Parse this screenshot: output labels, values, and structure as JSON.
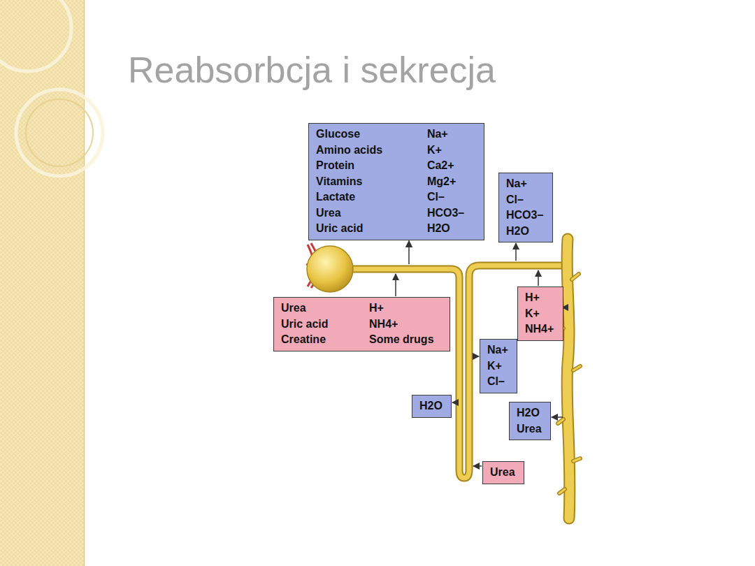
{
  "diagram": {
    "title": "Reabsorbcja i sekrecja",
    "nodes": [
      {
        "text": [
          "Glucose",
          "Amino acids",
          "Protein",
          "Vitamins",
          "Lactate",
          "Urea",
          "Uric acid",
          "Na+",
          "K+",
          "Ca2+",
          "Mg2+",
          "Cl–",
          "HCO3–",
          "H2O"
        ]
      },
      {
        "text": [
          "Na+",
          "Cl–",
          "HCO3–",
          "H2O"
        ]
      },
      {
        "text": [
          "Urea",
          "Uric acid",
          "Creatine",
          "H+",
          "NH4+",
          "Some drugs"
        ]
      },
      {
        "text": [
          "H+",
          "K+",
          "NH4+"
        ]
      },
      {
        "text": [
          "Na+",
          "K+",
          "Cl–"
        ]
      },
      {
        "text": [
          "H2O"
        ]
      },
      {
        "text": [
          "H2O",
          "Urea"
        ]
      },
      {
        "text": [
          "Urea"
        ]
      }
    ]
  }
}
